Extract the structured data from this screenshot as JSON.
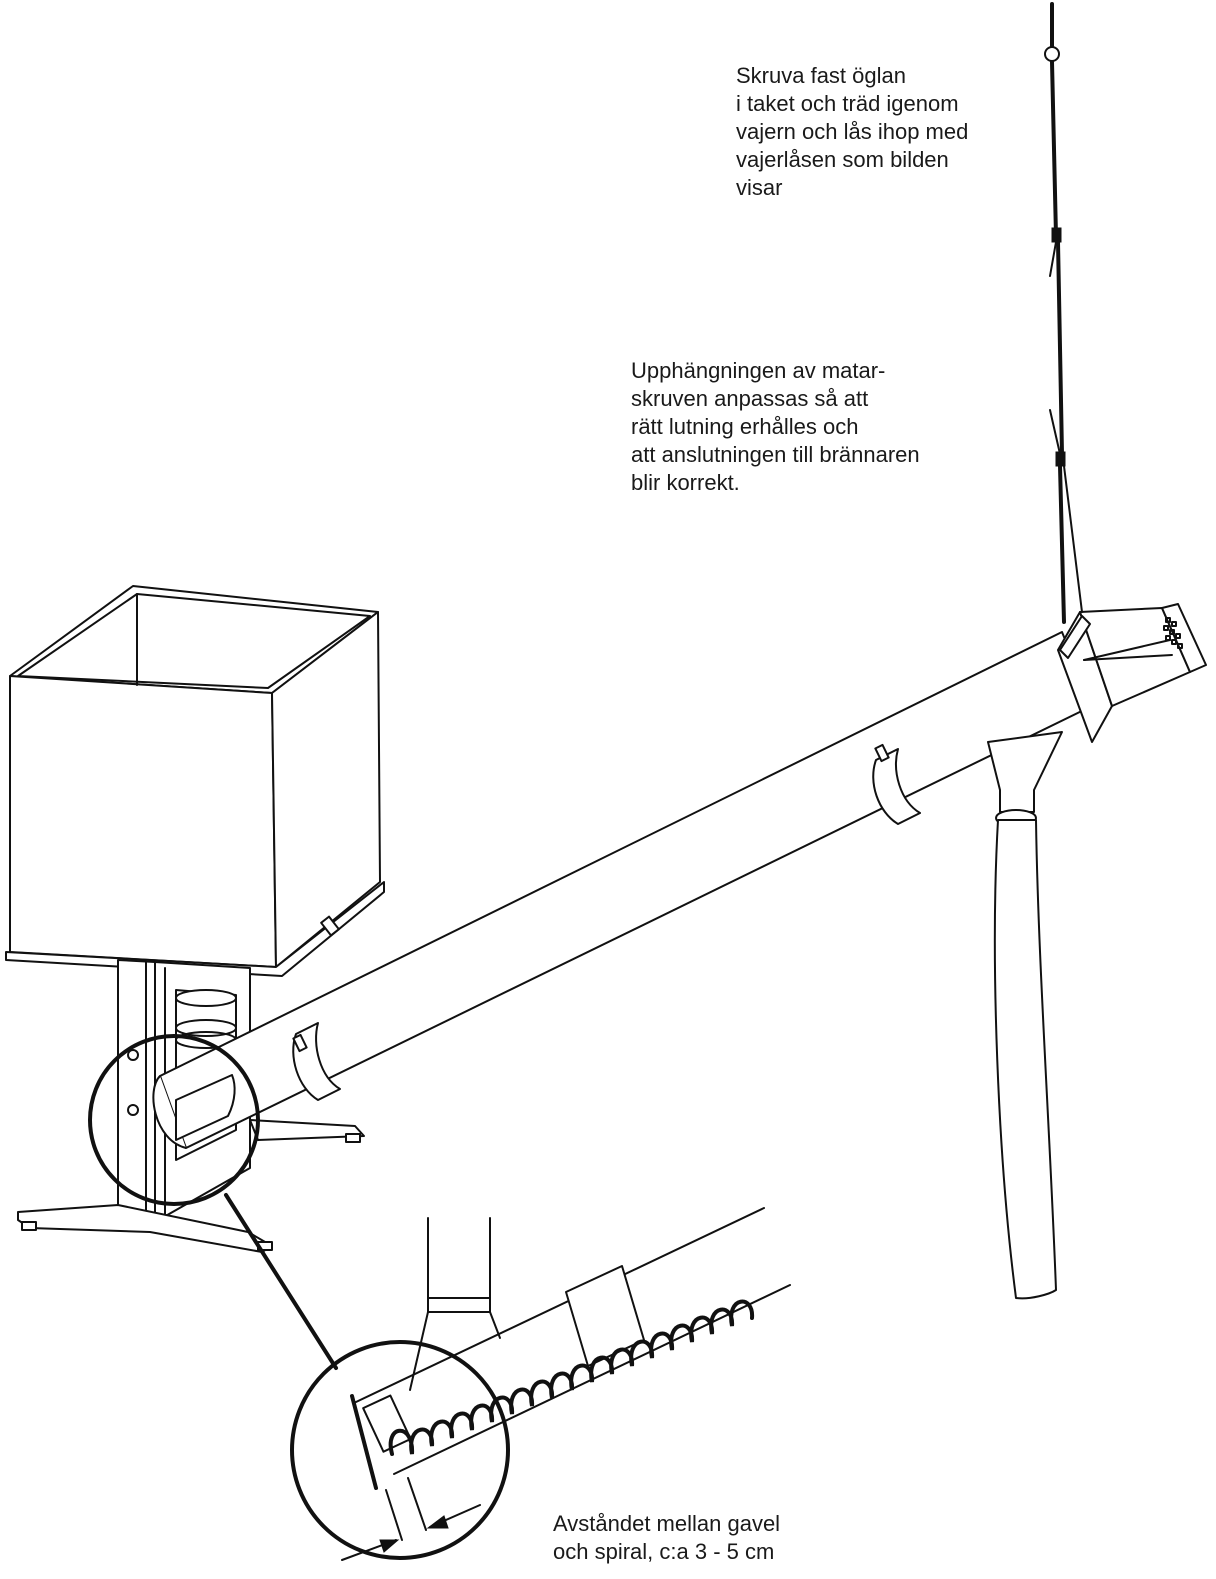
{
  "notes": {
    "ceiling_hook": {
      "lines": [
        "Skruva fast öglan",
        "i taket och träd igenom",
        "vajern och lås ihop med",
        "vajerlåsen som bilden",
        "visar"
      ]
    },
    "suspension": {
      "lines": [
        "Upphängningen av matar-",
        "skruven anpassas så att",
        "rätt lutning erhålles och",
        "att anslutningen till brännaren",
        "blir korrekt."
      ]
    },
    "spiral_gap": {
      "lines": [
        "Avståndet mellan gavel",
        "och spiral, c:a 3 - 5 cm"
      ]
    }
  }
}
